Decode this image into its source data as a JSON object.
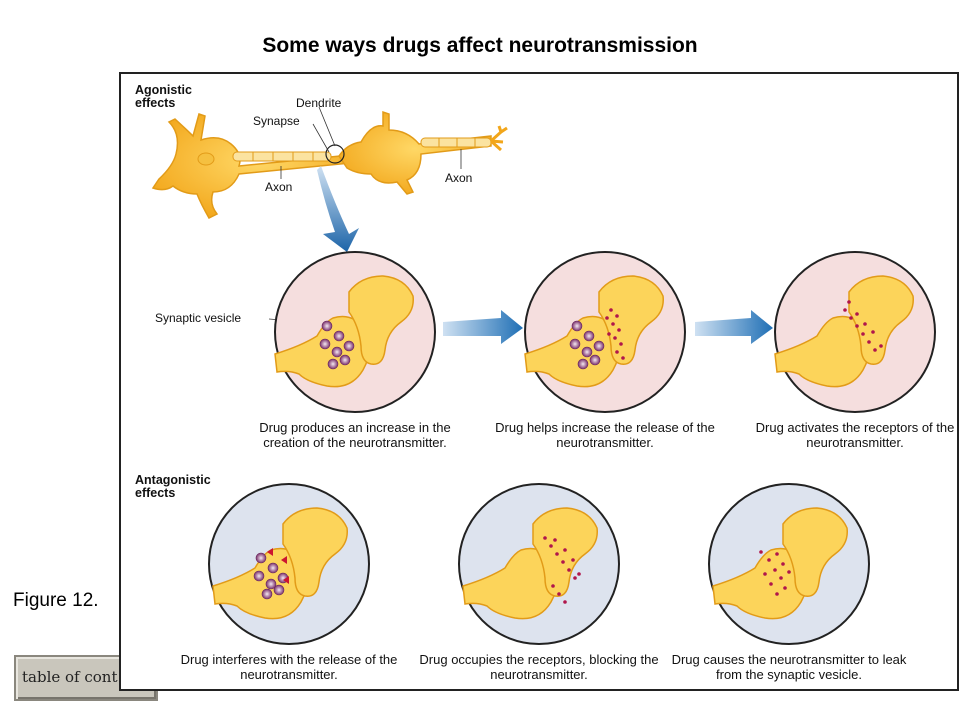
{
  "title": "Some ways drugs affect neurotransmission",
  "figure_label": "Figure 12.",
  "toc_button": "table of cont",
  "diagram": {
    "agonistic_label": "Agonistic\neffects",
    "antagonistic_label": "Antagonistic\neffects",
    "labels": {
      "dendrite": "Dendrite",
      "synapse": "Synapse",
      "axon_left": "Axon",
      "axon_right": "Axon",
      "synaptic_vesicle": "Synaptic vesicle"
    },
    "agonistic_captions": [
      "Drug produces an increase in the creation of the neurotransmitter.",
      "Drug helps increase the release of the neurotransmitter.",
      "Drug activates the receptors of the neurotransmitter."
    ],
    "antagonistic_captions": [
      "Drug interferes with the release of the neurotransmitter.",
      "Drug occupies the receptors, blocking the neurotransmitter.",
      "Drug causes the neurotransmitter to leak from the synaptic vesicle."
    ],
    "colors": {
      "neuron": "#f6b426",
      "neuron_light": "#fcd45a",
      "agonist_bg": "#f5dede",
      "antagonist_bg": "#dde3ee",
      "arrow": "#1f6fb5",
      "dots": "#b0164b"
    }
  }
}
